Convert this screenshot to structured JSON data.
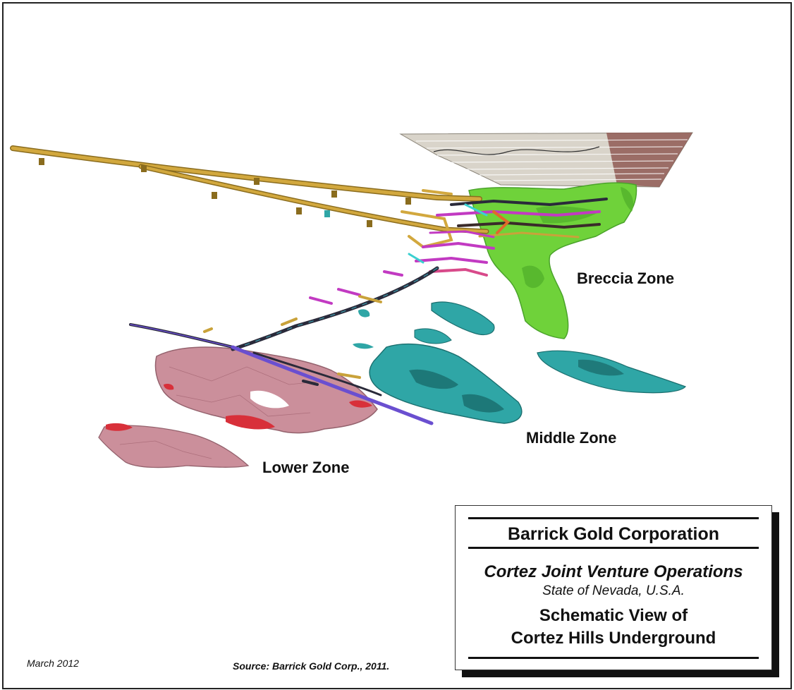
{
  "zones": {
    "breccia": "Breccia Zone",
    "middle": "Middle Zone",
    "lower": "Lower Zone"
  },
  "title_block": {
    "company": "Barrick Gold Corporation",
    "operations": "Cortez Joint Venture Operations",
    "location": "State of Nevada, U.S.A.",
    "title_line1": "Schematic View of",
    "title_line2": "Cortez Hills Underground"
  },
  "footer": {
    "date": "March 2012",
    "source": "Source: Barrick Gold Corp., 2011."
  },
  "colors": {
    "breccia_zone": "#6fd23a",
    "middle_zone": "#2fa6a6",
    "lower_zone": "#c98a96",
    "decline_tunnel": "#c9a23a",
    "ramp": "#2a2a3a",
    "workings_magenta": "#c23ac2",
    "workings_purple": "#6a4fd0",
    "pit": "#d9d4ca"
  }
}
